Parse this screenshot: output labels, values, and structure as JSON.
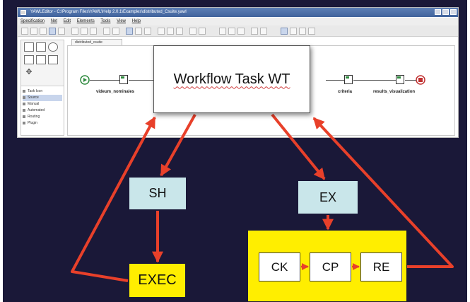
{
  "editor": {
    "window_title": "YAWLEditor - C:\\Program Files\\YAWL\\Help 2.0.1\\Examples\\distributed_Csuite.yawl",
    "menu": [
      "Specification",
      "Net",
      "Edit",
      "Elements",
      "Tools",
      "View",
      "Help"
    ],
    "doc_tab": "distributed_csuite",
    "tree": [
      "Task Icon",
      "Source",
      "Manual",
      "Automated",
      "Routing",
      "Plugin"
    ],
    "workflow_labels": [
      "videum_nominales",
      "criteria",
      "results_visualization"
    ]
  },
  "diagram": {
    "main_task": "Workflow Task WT",
    "sh": "SH",
    "ex": "EX",
    "exec": "EXEC",
    "ck": "CK",
    "cp": "CP",
    "re": "RE"
  },
  "colors": {
    "background": "#1a1838",
    "arrow": "#e8402a",
    "yellow": "#ffee00",
    "light_teal": "#c9e6ea"
  }
}
